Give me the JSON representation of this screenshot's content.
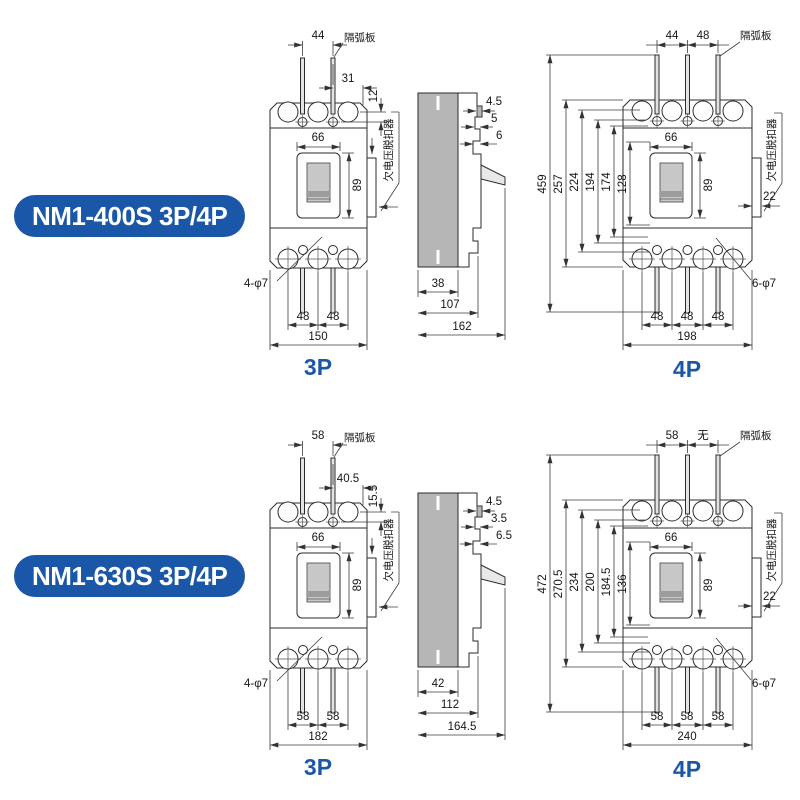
{
  "colors": {
    "accent_blue": "#1a57a8",
    "side_base_gray": "#b6b6b6",
    "handle_gray": "#c7c7c7",
    "handle_band_gray": "#9c9c9c"
  },
  "sections": [
    {
      "badge": "NM1-400S 3P/4P",
      "view3p": {
        "pole_label": "3P",
        "top_pitch": "44",
        "arc_plate_label": "隔弧板",
        "offset_h": "31",
        "offset_v": "12",
        "escutcheon_w": "66",
        "escutcheon_h": "89",
        "uv_release_label": "欠电压脱扣器",
        "mount_holes": "4-φ7",
        "pitch1": "48",
        "pitch2": "48",
        "width": "150"
      },
      "side": {
        "step1": "4.5",
        "step2": "5",
        "step3": "6",
        "base_depth": "38",
        "mid_depth": "107",
        "total_depth": "162"
      },
      "view4p": {
        "pole_label": "4P",
        "pitch_a": "44",
        "pitch_b": "48",
        "arc_plate_label": "隔弧板",
        "h_overall": "459",
        "h_body": "257",
        "h1": "224",
        "h2": "194",
        "h3": "174",
        "h4": "128",
        "escutcheon_w": "66",
        "escutcheon_h": "89",
        "tab_depth": "22",
        "uv_release_label": "欠电压脱扣器",
        "mount_holes": "6-φ7",
        "pitch1": "48",
        "pitch2": "48",
        "pitch3": "48",
        "width": "198"
      }
    },
    {
      "badge": "NM1-630S 3P/4P",
      "view3p": {
        "pole_label": "3P",
        "top_pitch": "58",
        "arc_plate_label": "隔弧板",
        "offset_h": "40.5",
        "offset_v": "15.5",
        "escutcheon_w": "66",
        "escutcheon_h": "89",
        "uv_release_label": "欠电压脱扣器",
        "mount_holes": "4-φ7",
        "pitch1": "58",
        "pitch2": "58",
        "width": "182"
      },
      "side": {
        "step1": "4.5",
        "step2": "3.5",
        "step3": "6.5",
        "base_depth": "42",
        "mid_depth": "112",
        "total_depth": "164.5"
      },
      "view4p": {
        "pole_label": "4P",
        "pitch_a": "58",
        "pitch_b": "无",
        "arc_plate_label": "隔弧板",
        "h_overall": "472",
        "h_body": "270.5",
        "h1": "234",
        "h2": "200",
        "h3": "184.5",
        "h4": "136",
        "escutcheon_w": "66",
        "escutcheon_h": "89",
        "tab_depth": "22",
        "uv_release_label": "欠电压脱扣器",
        "mount_holes": "6-φ7",
        "pitch1": "58",
        "pitch2": "58",
        "pitch3": "58",
        "width": "240"
      }
    }
  ]
}
